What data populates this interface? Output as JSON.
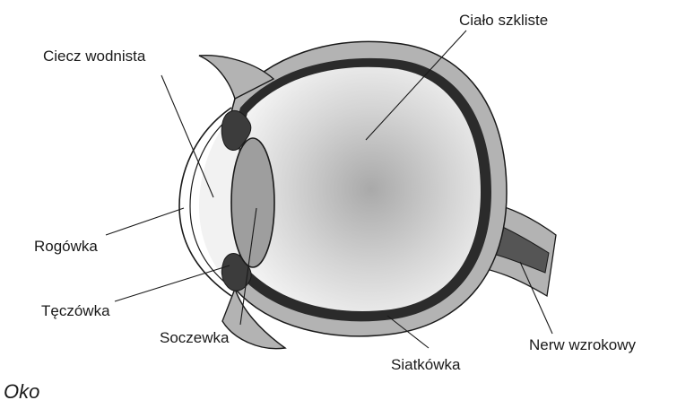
{
  "caption": "Oko",
  "labels": {
    "vitreous": "Ciało szkliste",
    "aqueous": "Ciecz wodnista",
    "cornea": "Rogówka",
    "iris": "Tęczówka",
    "lens": "Soczewka",
    "retina": "Siatkówka",
    "optic_nerve": "Nerw wzrokowy"
  },
  "colors": {
    "outer_layer": "#b3b3b3",
    "inner_ring": "#2b2b2b",
    "iris": "#3c3c3c",
    "lens": "#9e9e9e",
    "nerve": "#555555"
  }
}
